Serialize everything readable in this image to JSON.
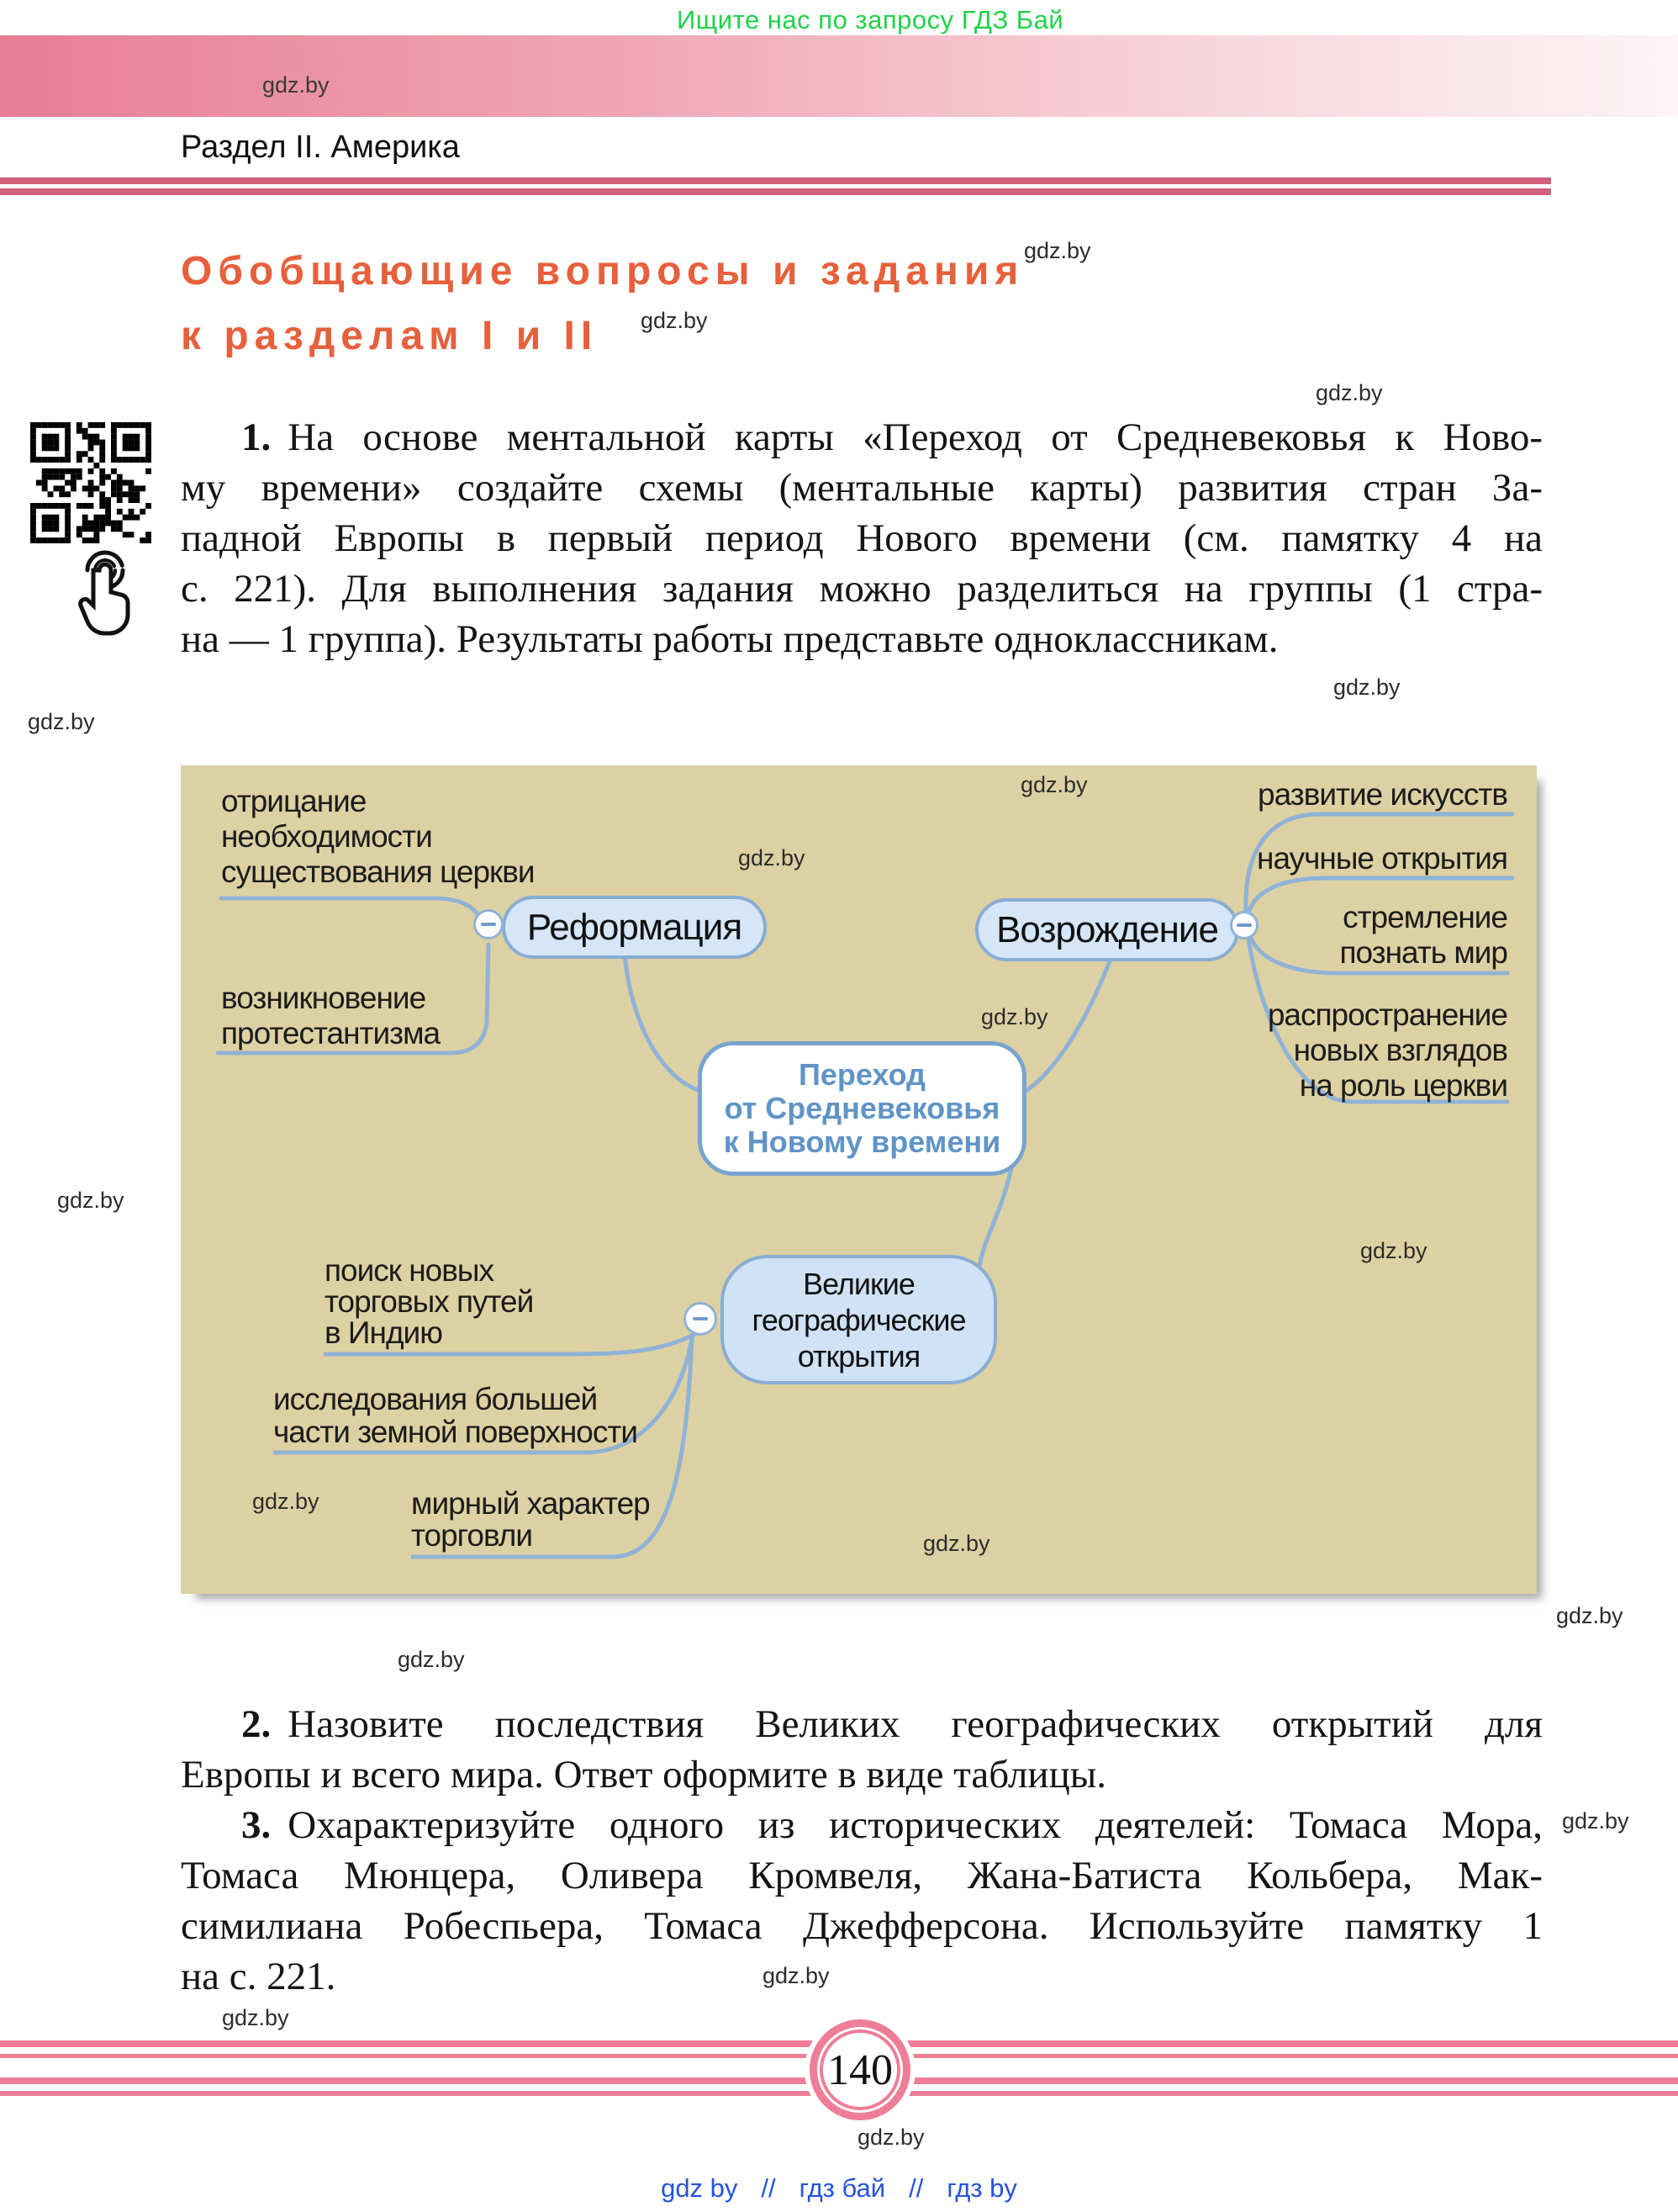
{
  "watermark": "gdz.by",
  "top": {
    "promo": "Ищите нас по запросу ГДЗ Бай"
  },
  "header": {
    "brand": "gdz.by",
    "section": "Раздел II. Америка"
  },
  "title": {
    "line1": "Обобщающие вопросы и задания",
    "line2": "к разделам I и II"
  },
  "tasks": [
    {
      "number": "1.",
      "lines": [
        "На основе ментальной карты «Переход от Средневековья к Ново-",
        "му времени» создайте схемы (ментальные карты) развития стран За-",
        "падной Европы в первый период Нового времени (см. памятку 4 на",
        "с. 221). Для выполнения задания можно разделиться на группы (1 стра-",
        "на — 1 группа). Результаты работы представьте одноклассникам."
      ]
    },
    {
      "number": "2.",
      "lines": [
        "Назовите последствия Великих географических открытий для",
        "Европы и всего мира. Ответ оформите в виде таблицы."
      ]
    },
    {
      "number": "3.",
      "lines": [
        "Охарактеризуйте одного из исторических деятелей: Томаса Мора,",
        "Томаса Мюнцера, Оливера Кромвеля, Жана-Батиста Кольбера, Мак-",
        "симилиана Робеспьера, Томаса Джефферсона. Используйте памятку 1",
        "на с. 221."
      ]
    }
  ],
  "mindmap": {
    "center": [
      "Переход",
      "от Средневековья",
      "к Новому времени"
    ],
    "reformation": {
      "label": "Реформация"
    },
    "renaissance": {
      "label": "Возрождение"
    },
    "discoveries": {
      "lines": [
        "Великие",
        "географические",
        "открытия"
      ]
    },
    "labels": {
      "reformation": [
        [
          "отрицание",
          "необходимости",
          "существования церкви"
        ],
        [
          "возникновение",
          "протестантизма"
        ]
      ],
      "renaissance": [
        [
          "развитие искусств"
        ],
        [
          "научные открытия"
        ],
        [
          "стремление",
          "познать мир"
        ],
        [
          "распространение",
          "новых взглядов",
          "на роль церкви"
        ]
      ],
      "discoveries": [
        [
          "поиск новых",
          "торговых путей",
          "в Индию"
        ],
        [
          "исследования большей",
          "части земной поверхности"
        ],
        [
          "мирный характер",
          "торговли"
        ]
      ]
    }
  },
  "footer": {
    "page_number": "140",
    "separator": "//",
    "links": [
      "gdz by",
      "гдз бай",
      "гдз by"
    ]
  },
  "colors": {
    "accent_pink": "#ee7e98",
    "rule_pink": "#d1607b",
    "title_orange": "#e7603c",
    "promo_green": "#1fd24a",
    "link_blue": "#2453de",
    "diagram_bg": "#ddd1a3",
    "node_fill": "#d5e6f8",
    "node_border": "#88add2",
    "wire_blue": "#8fb2d6",
    "center_text_blue": "#6094c6"
  }
}
